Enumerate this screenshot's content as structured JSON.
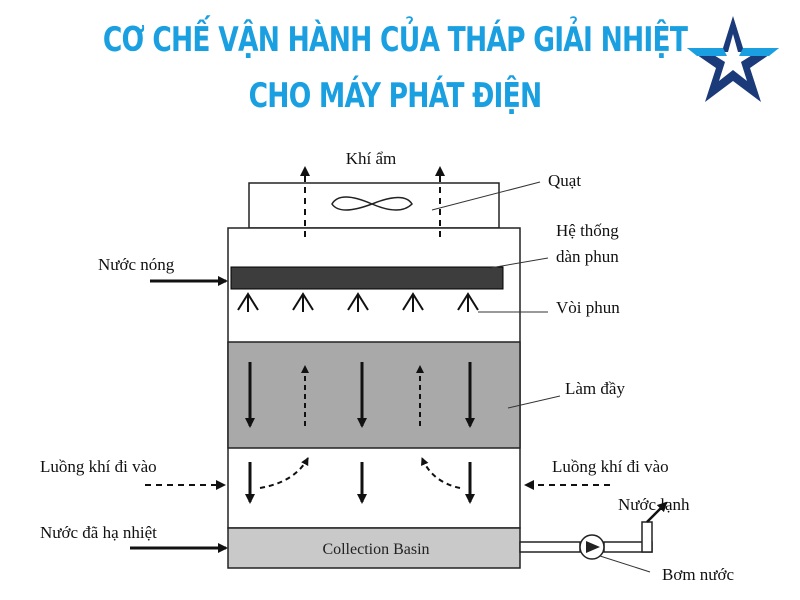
{
  "title": {
    "line1": "CƠ CHẾ VẬN HÀNH CỦA THÁP GIẢI NHIỆT",
    "line2": "CHO MÁY PHÁT ĐIỆN",
    "color": "#1a9fe0"
  },
  "logo": {
    "icon": "star-logo-icon",
    "colors": [
      "#1a9fe0",
      "#1b3a7a"
    ]
  },
  "labels": {
    "humid_air": "Khí ẩm",
    "fan": "Quạt",
    "spray_system_line1": "Hệ thống",
    "spray_system_line2": "dàn phun",
    "hot_water": "Nước nóng",
    "nozzles": "Vòi phun",
    "fill": "Làm đầy",
    "air_in_left": "Luồng khí đi vào",
    "air_in_right": "Luồng khí đi vào",
    "cold_water": "Nước lạnh",
    "cooled_water": "Nước đã hạ nhiệt",
    "basin": "Collection Basin",
    "pump": "Bơm nước"
  },
  "colors": {
    "fill_media": "#a9a9a9",
    "basin": "#c9c9c9",
    "spray_bar": "#3d3d3d"
  }
}
